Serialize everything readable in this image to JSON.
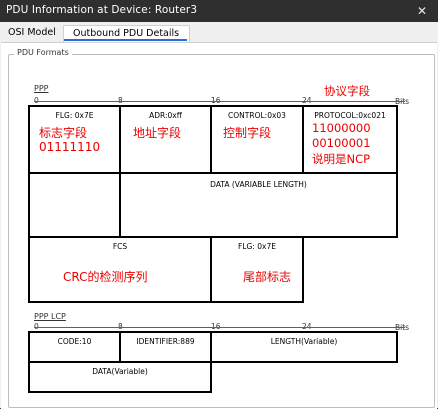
{
  "window": {
    "title": "PDU Information at Device: Router3",
    "close_symbol": "✕"
  },
  "tabs": [
    {
      "label": "OSI Model",
      "active": false
    },
    {
      "label": "Outbound PDU Details",
      "active": true
    }
  ],
  "group": {
    "legend": "PDU Formats"
  },
  "ppp": {
    "title": "PPP",
    "ruler": {
      "start": "0",
      "mark8": "8",
      "mark16": "16",
      "mark24": "24",
      "unit": "Bits"
    },
    "flag": "FLG: 0x7E",
    "address": "ADR:0xff",
    "control": "CONTROL:0x03",
    "protocol": "PROTOCOL:0xc021",
    "data": "DATA (VARIABLE LENGTH)",
    "fcs": "FCS",
    "end_flag": "FLG: 0x7E"
  },
  "annotations": {
    "protocol_field": "协议字段",
    "flag_field": "标志字段",
    "flag_bits": "01111110",
    "address_field": "地址字段",
    "control_field": "控制字段",
    "protocol_bits_1": "11000000",
    "protocol_bits_2": "00100001",
    "protocol_meaning": "说明是NCP",
    "crc": "CRC的检测序列",
    "tail": "尾部标志"
  },
  "ppp_lcp": {
    "title": "PPP LCP",
    "ruler": {
      "start": "0",
      "mark8": "8",
      "mark16": "16",
      "mark24": "24",
      "unit": "Bits"
    },
    "code": "CODE:10",
    "identifier": "IDENTIFIER:889",
    "length": "LENGTH(Variable)",
    "data": "DATA(Variable)"
  },
  "colors": {
    "annotation": "#e00000",
    "tab_accent": "#2a6bd8",
    "titlebar": "#2f2f2f"
  }
}
